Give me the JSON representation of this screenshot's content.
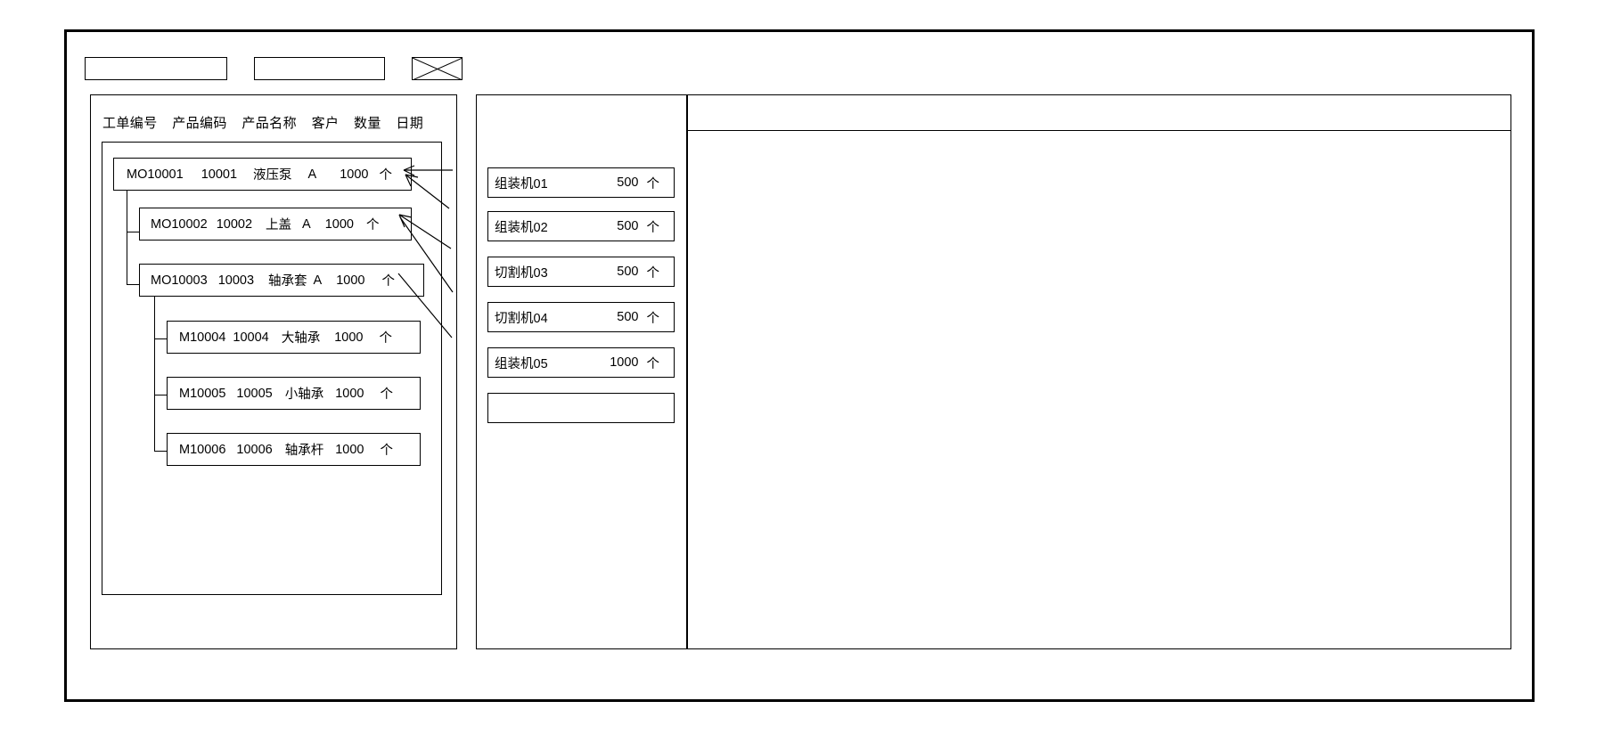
{
  "window": {
    "title": ""
  },
  "toolbar": {
    "field_1_value": "",
    "field_2_value": "",
    "image_placeholder_label": ""
  },
  "left_panel": {
    "columns": [
      "工单编号",
      "产品编码",
      "产品名称",
      "客户",
      "数量",
      "日期"
    ],
    "rows": [
      {
        "order_no": "MO10001",
        "product_code": "10001",
        "product_name": "液压泵",
        "customer": "A",
        "quantity": "1000",
        "unit": "个",
        "level": 0
      },
      {
        "order_no": "MO10002",
        "product_code": "10002",
        "product_name": "上盖",
        "customer": "A",
        "quantity": "1000",
        "unit": "个",
        "level": 1
      },
      {
        "order_no": "MO10003",
        "product_code": "10003",
        "product_name": "轴承套",
        "customer": "A",
        "quantity": "1000",
        "unit": "个",
        "level": 1
      },
      {
        "order_no": "M10004",
        "product_code": "10004",
        "product_name": "大轴承",
        "customer": "",
        "quantity": "1000",
        "unit": "个",
        "level": 2
      },
      {
        "order_no": "M10005",
        "product_code": "10005",
        "product_name": "小轴承",
        "customer": "",
        "quantity": "1000",
        "unit": "个",
        "level": 2
      },
      {
        "order_no": "M10006",
        "product_code": "10006",
        "product_name": "轴承杆",
        "customer": "",
        "quantity": "1000",
        "unit": "个",
        "level": 2
      }
    ]
  },
  "mid_panel": {
    "machines": [
      {
        "name": "组装机01",
        "quantity": "500",
        "unit": "个"
      },
      {
        "name": "组装机02",
        "quantity": "500",
        "unit": "个"
      },
      {
        "name": "切割机03",
        "quantity": "500",
        "unit": "个"
      },
      {
        "name": "切割机04",
        "quantity": "500",
        "unit": "个"
      },
      {
        "name": "组装机05",
        "quantity": "1000",
        "unit": "个"
      },
      {
        "name": "",
        "quantity": "",
        "unit": ""
      }
    ]
  },
  "right_panel": {
    "header_text": "",
    "body_text": ""
  },
  "colors": {
    "line": "#000000",
    "background": "#ffffff"
  }
}
